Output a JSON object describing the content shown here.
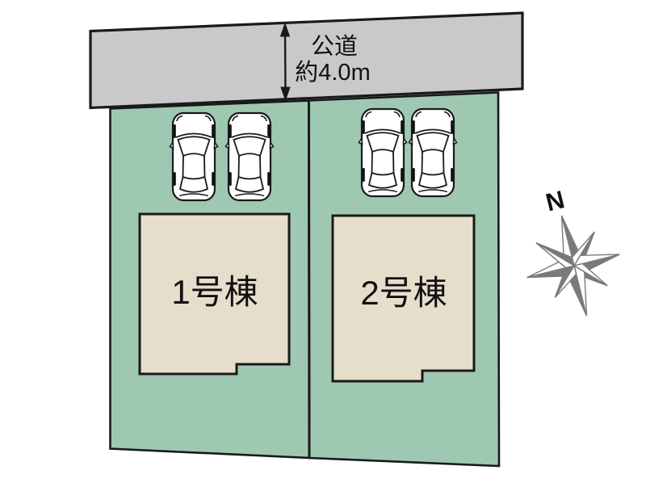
{
  "colors": {
    "background": "#ffffff",
    "road": "#c9c9c9",
    "plot": "#9fc8b2",
    "building": "#e6decb",
    "outline": "#1a1a1a",
    "car": "#ffffff",
    "compass": "#7a7a7a"
  },
  "road": {
    "label_line1": "公道",
    "label_line2": "約4.0m"
  },
  "plots": [
    {
      "building_label": "1号棟"
    },
    {
      "building_label": "2号棟"
    }
  ],
  "compass": {
    "north_label": "N"
  }
}
